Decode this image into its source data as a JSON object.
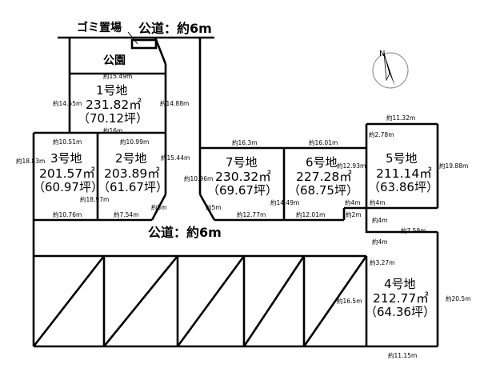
{
  "header": {
    "garbage_label": "ゴミ置場",
    "road_label": "公道：約6m"
  },
  "park_label": "公園",
  "middle_road_label": "公道：約6m",
  "compass_label": "N",
  "lots": [
    {
      "no": "1号地",
      "area": "231.82㎡",
      "tsubo": "（70.12坪）"
    },
    {
      "no": "2号地",
      "area": "203.89㎡",
      "tsubo": "（61.67坪）"
    },
    {
      "no": "3号地",
      "area": "201.57㎡",
      "tsubo": "（60.97坪）"
    },
    {
      "no": "4号地",
      "area": "212.77㎡",
      "tsubo": "（64.36坪）"
    },
    {
      "no": "5号地",
      "area": "211.14㎡",
      "tsubo": "（63.86坪）"
    },
    {
      "no": "6号地",
      "area": "227.28㎡",
      "tsubo": "（68.75坪）"
    },
    {
      "no": "7号地",
      "area": "230.32㎡",
      "tsubo": "（69.67坪）"
    }
  ],
  "dims": {
    "d1": "約15.49m",
    "d2": "約14.55m",
    "d3": "約14.88m",
    "d4": "約16m",
    "d5": "約10.51m",
    "d6": "約10.99m",
    "d7": "約18.83m",
    "d8": "約15.44m",
    "d9": "約18.97m",
    "d10": "約10.76m",
    "d11": "約7.54m",
    "d12": "約5m",
    "d13": "約16.3m",
    "d14": "約10.96m",
    "d15": "約5m",
    "d16": "約12.77m",
    "d17": "約14.49m",
    "d18": "約16.01m",
    "d19": "約12.93m",
    "d20": "約12.01m",
    "d21": "約4m",
    "d22": "約2m",
    "d23": "約11.32m",
    "d24": "約2.78m",
    "d25": "約4m",
    "d26": "約19.88m",
    "d27": "約4m",
    "d28": "約7.59m",
    "d29": "約4m",
    "d30": "約3.27m",
    "d31": "約16.5m",
    "d32": "約20.5m",
    "d33": "約11.15m"
  }
}
